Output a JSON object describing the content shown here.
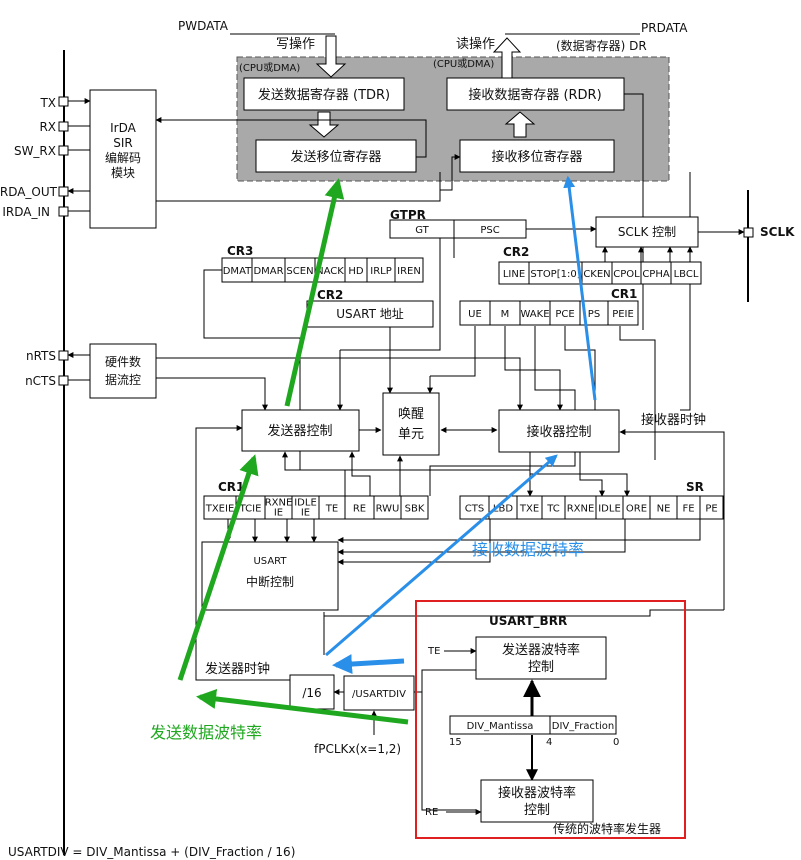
{
  "bus": {
    "pwdata": "PWDATA",
    "prdata": "PRDATA",
    "write_op": "写操作",
    "write_src": "(CPU或DMA)",
    "read_op": "读操作",
    "read_src": "(CPU或DMA)",
    "data_reg": "(数据寄存器) DR"
  },
  "regs": {
    "tdr": "发送数据寄存器 (TDR)",
    "rdr": "接收数据寄存器 (RDR)",
    "tx_shift": "发送移位寄存器",
    "rx_shift": "接收移位寄存器"
  },
  "pins": {
    "tx": "TX",
    "rx": "RX",
    "sw_rx": "SW_RX",
    "irda_out": "IRDA_OUT",
    "irda_in": "IRDA_IN",
    "nrts": "nRTS",
    "ncts": "nCTS",
    "sclk": "SCLK"
  },
  "irda": {
    "lines": [
      "IrDA",
      "SIR",
      "编解码",
      "模块"
    ]
  },
  "gtpr": {
    "title": "GTPR",
    "gt": "GT",
    "psc": "PSC"
  },
  "sclk_ctrl": "SCLK 控制",
  "cr3": {
    "title": "CR3",
    "bits": [
      "DMAT",
      "DMAR",
      "SCEN",
      "NACK",
      "HD",
      "IRLP",
      "IREN"
    ]
  },
  "cr2_top": {
    "title": "CR2",
    "bits": [
      "LINE",
      "STOP[1:0]",
      "CKEN",
      "CPOL",
      "CPHA",
      "LBCL"
    ]
  },
  "cr2_addr": {
    "title": "CR2",
    "label": "USART 地址"
  },
  "cr1_top": {
    "title": "CR1",
    "bits": [
      "UE",
      "M",
      "WAKE",
      "PCE",
      "PS",
      "PEIE"
    ]
  },
  "flow": {
    "lines": [
      "硬件数",
      "据流控"
    ]
  },
  "tx_ctrl": "发送器控制",
  "wake": {
    "lines": [
      "唤醒",
      "单元"
    ]
  },
  "rx_ctrl": "接收器控制",
  "rx_clock": "接收器时钟",
  "cr1_bot": {
    "title": "CR1",
    "bits": [
      "TXEIE",
      "TCIE",
      "RXNE IE",
      "IDLE IE",
      "TE",
      "RE",
      "RWU",
      "SBK"
    ]
  },
  "sr": {
    "title": "SR",
    "bits": [
      "CTS",
      "LBD",
      "TXE",
      "TC",
      "RXNE",
      "IDLE",
      "ORE",
      "NE",
      "FE",
      "PE"
    ]
  },
  "irq": {
    "line1": "USART",
    "line2": "中断控制"
  },
  "rx_baud_note": "接收数据波特率",
  "tx_clock": "发送器时钟",
  "div16": "/16",
  "usartdiv_box": "/USARTDIV",
  "fpclk": "fPCLKx(x=1,2)",
  "tx_baud_note": "发送数据波特率",
  "brr": {
    "title": "USART_BRR",
    "te": "TE",
    "re": "RE",
    "tx_baud_lines": [
      "发送器波特率",
      "控制"
    ],
    "mantissa": "DIV_Mantissa",
    "fraction": "DIV_Fraction",
    "bit15": "15",
    "bit4": "4",
    "bit0": "0",
    "rx_baud_lines": [
      "接收器波特率",
      "控制"
    ],
    "caption": "传统的波特率发生器"
  },
  "formula": "USARTDIV = DIV_Mantissa + (DIV_Fraction / 16)",
  "colors": {
    "green": "#1fa81f",
    "blue": "#2a8fe8",
    "red": "#e02020",
    "gray": "#a9a9a9"
  }
}
